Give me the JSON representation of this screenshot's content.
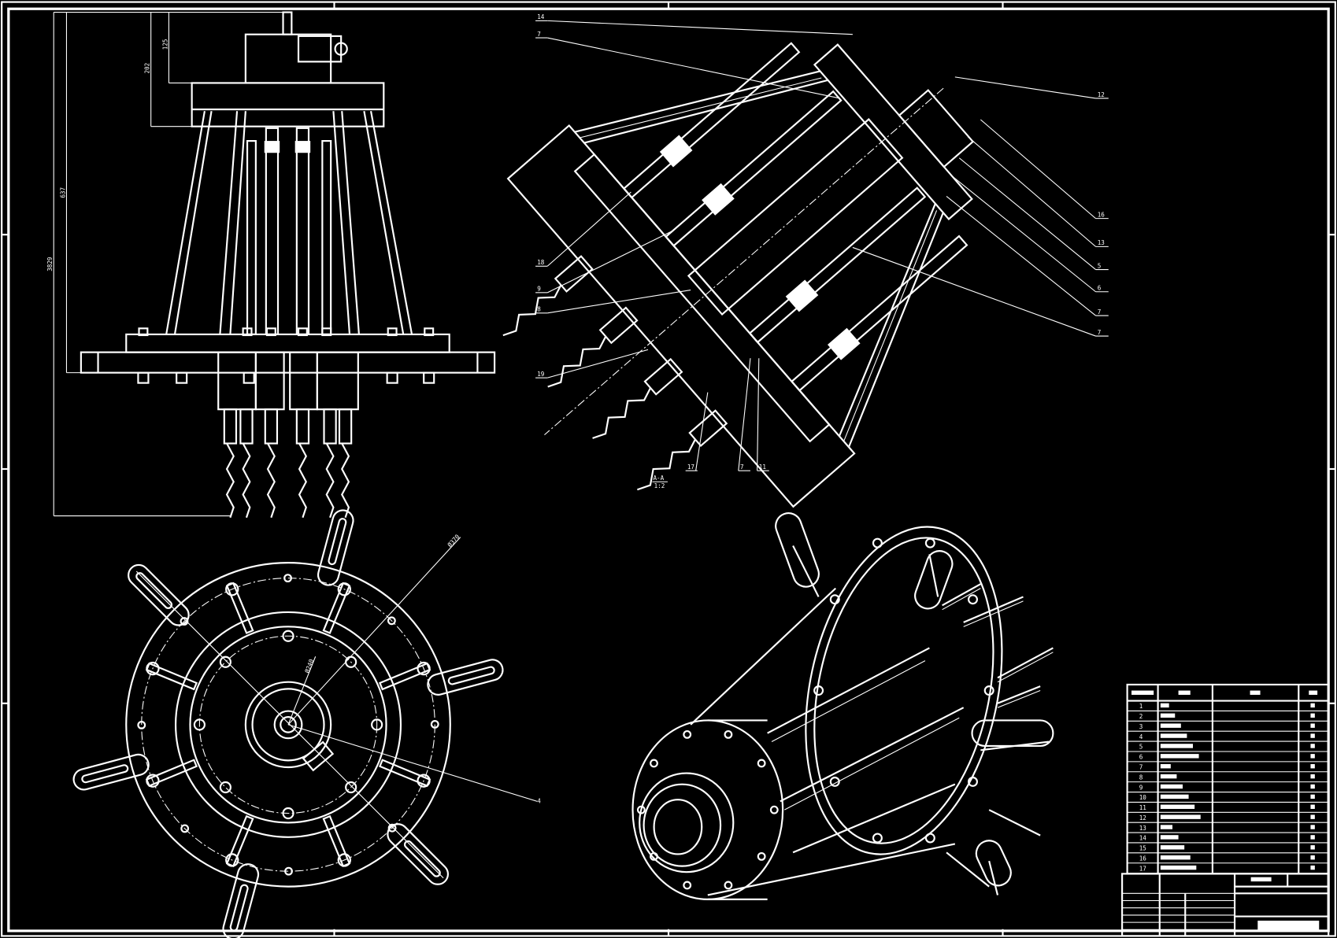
{
  "drawing": {
    "colors": {
      "background": "#000000",
      "line": "#ffffff"
    },
    "front_view": {
      "dimensions": [
        "3829",
        "637",
        "202",
        "125"
      ]
    },
    "section_view": {
      "label": "A-A",
      "scale": "1:2",
      "callouts_left": [
        "14",
        "7",
        "18",
        "9",
        "8",
        "19"
      ],
      "callouts_right": [
        "12",
        "16",
        "13",
        "5",
        "6",
        "7",
        "7"
      ],
      "callouts_bottom": [
        "17",
        "7",
        "11"
      ]
    },
    "top_view": {
      "diameter_outer": "Ø370",
      "diameter_inner": "Ø240",
      "callout": "4"
    },
    "bom": {
      "item_numbers": [
        "1",
        "2",
        "3",
        "4",
        "5",
        "6",
        "7",
        "8",
        "9",
        "10",
        "11",
        "12",
        "13",
        "14",
        "15",
        "16",
        "17"
      ]
    }
  }
}
